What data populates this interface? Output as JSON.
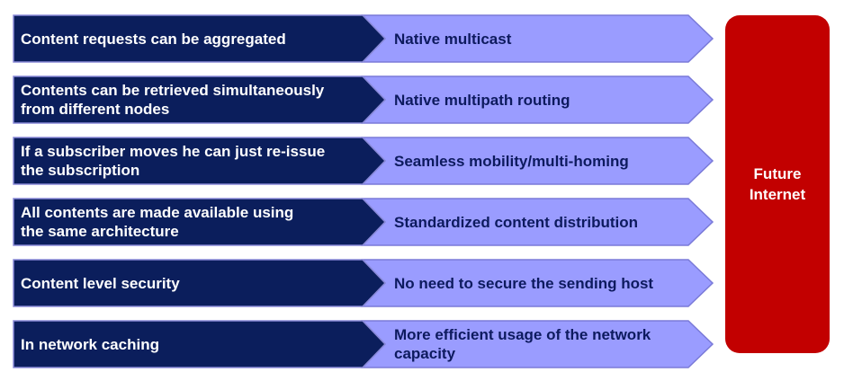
{
  "rows": [
    {
      "cause": "Content requests can be aggregated",
      "effect": "Native multicast"
    },
    {
      "cause": "Contents can be retrieved simultaneously\nfrom different nodes",
      "effect": "Native multipath routing"
    },
    {
      "cause": "If a subscriber moves he can just re-issue\nthe subscription",
      "effect": "Seamless mobility/multi-homing"
    },
    {
      "cause": "All contents are made available using\nthe same architecture",
      "effect": "Standardized content distribution"
    },
    {
      "cause": "Content level security",
      "effect": "No need to secure the sending host"
    },
    {
      "cause": "In network caching",
      "effect": "More efficient usage of the network\ncapacity"
    }
  ],
  "future_box": {
    "label": "Future\nInternet"
  },
  "colors": {
    "cause_fill": "#0b1e5c",
    "effect_fill": "#9a9cff",
    "effect_stroke": "#7a7ad8",
    "future_fill": "#c20000",
    "effect_text": "#0d1a5e"
  }
}
